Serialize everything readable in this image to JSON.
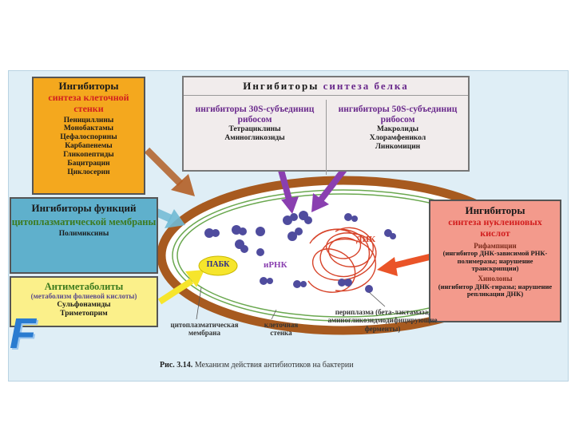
{
  "cell_wall": {
    "title": "Ингибиторы",
    "subtitle": "синтеза клеточной стенки",
    "items": [
      "Пенициллины",
      "Монобактамы",
      "Цефалоспорины",
      "Карбапенемы",
      "Гликопептиды",
      "Бацитрацин",
      "Циклосерин"
    ]
  },
  "protein": {
    "title_a": "Ингибиторы",
    "title_b": "синтеза белка",
    "s30_title": "ингибиторы 30S-субъединиц рибосом",
    "s30_items": [
      "Тетрациклины",
      "Аминогликозиды"
    ],
    "s50_title": "ингибиторы 50S-субъединиц рибосом",
    "s50_items": [
      "Макролиды",
      "Хлорамфеникол",
      "Линкомицин"
    ]
  },
  "membrane": {
    "title": "Ингибиторы функций",
    "subtitle": "цитоплазматической мембраны",
    "items": [
      "Полимиксины"
    ]
  },
  "antimetab": {
    "title": "Антиметаболиты",
    "subtitle": "(метаболизм фолиевой кислоты)",
    "items": [
      "Сульфонамиды",
      "Триметоприм"
    ]
  },
  "nucleic": {
    "title": "Ингибиторы",
    "subtitle": "синтеза нуклеиновых кислот",
    "items": [
      "Рифампицин",
      "(ингибитор ДНК-зависимой РНК-полимеразы; нарушение транскрипции)",
      "Хинолоны",
      "(ингибитор ДНК-гиразы; нарушение репликации ДНК)"
    ]
  },
  "cell": {
    "paba": "ПАБК",
    "mrna": "иРНК",
    "dna": "ДНК"
  },
  "labels": {
    "cyto_membrane": "цитоплазматическая мембрана",
    "cell_wall": "клеточная стенка",
    "periplasm": "периплазма (бета-лактамаза, аминогликозидмодифицирующие ферменты)"
  },
  "caption": {
    "num": "Рис. 3.14.",
    "text": "Механизм действия антибиотиков на бактерии"
  },
  "logo": "F",
  "colors": {
    "orange": "#f4a81e",
    "cyan": "#5fb0cc",
    "yellow": "#fbf08a",
    "salmon": "#f39a8c",
    "protein_box": "#f1ecec",
    "wall": "#a75a1f",
    "ribosome": "#4f4c9e",
    "arrow_purple": "#8a3fb0",
    "arrow_yellow": "#f6e52c",
    "arrow_red": "#ea5428",
    "arrow_brown": "#b25e26",
    "arrow_cyan": "#70b9d4"
  }
}
